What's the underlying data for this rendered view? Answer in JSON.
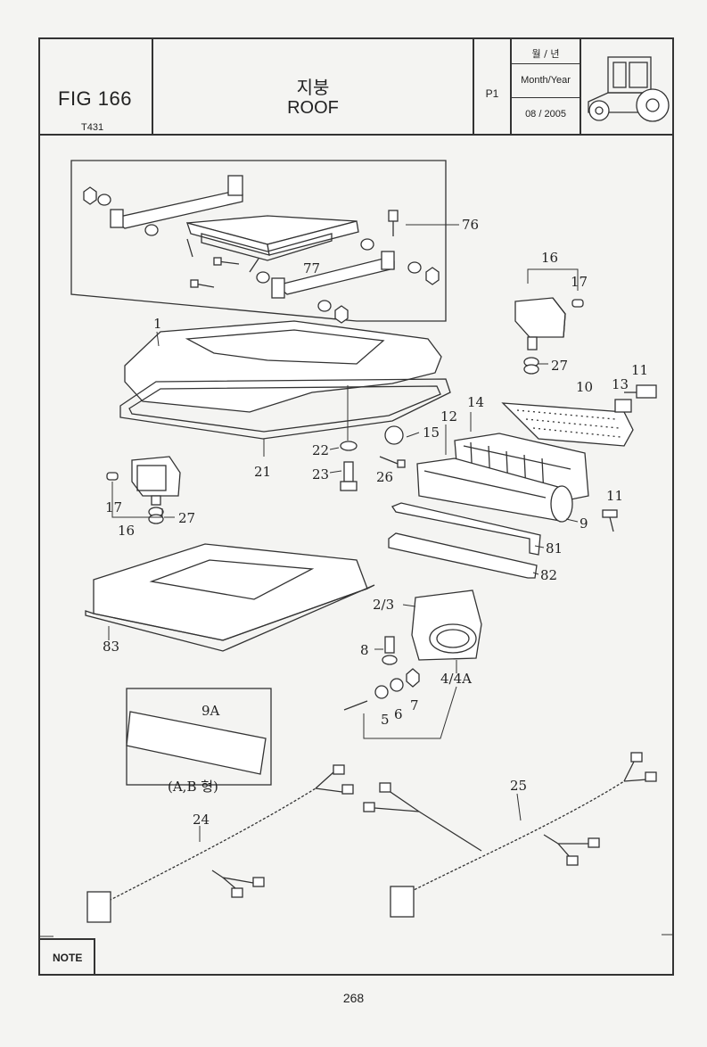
{
  "header": {
    "fig_number": "FIG 166",
    "model_code": "T431",
    "title_ko": "지붕",
    "title_en": "ROOF",
    "page_code": "P1",
    "date_label_ko": "월 / 년",
    "date_label_en": "Month/Year",
    "date_value": "08 / 2005"
  },
  "callouts": {
    "c76": "76",
    "c77": "77",
    "c1": "1",
    "c16a": "16",
    "c17a": "17",
    "c27a": "27",
    "c11a": "11",
    "c13": "13",
    "c10": "10",
    "c14": "14",
    "c12": "12",
    "c15": "15",
    "c22": "22",
    "c23": "23",
    "c26": "26",
    "c21": "21",
    "c17b": "17",
    "c16b": "16",
    "c27b": "27",
    "c11b": "11",
    "c9": "9",
    "c81": "81",
    "c82": "82",
    "c83": "83",
    "c23x": "2/3",
    "c8": "8",
    "c44a": "4/4A",
    "c5": "5",
    "c6": "6",
    "c7": "7",
    "c9a": "9A",
    "cab": "(A,B 형)",
    "c24": "24",
    "c25": "25"
  },
  "footer": {
    "note_label": "NOTE",
    "page_number": "268"
  }
}
